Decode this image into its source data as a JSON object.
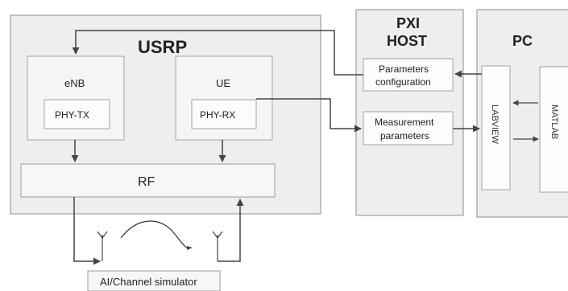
{
  "diagram": {
    "usrp": {
      "title": "USRP"
    },
    "enb": {
      "label": "eNB",
      "block": "PHY-TX"
    },
    "ue": {
      "label": "UE",
      "block": "PHY-RX"
    },
    "rf": {
      "label": "RF"
    },
    "pxi": {
      "line1": "PXI",
      "line2": "HOST"
    },
    "params_config": {
      "line1": "Parameters",
      "line2": "configuration"
    },
    "measurement": {
      "line1": "Measurement",
      "line2": "parameters"
    },
    "pc": {
      "title": "PC"
    },
    "labview": {
      "label": "LABVIEW"
    },
    "matlab": {
      "label": "MATLAB"
    },
    "channel": {
      "label": "AI/Channel simulator"
    }
  }
}
